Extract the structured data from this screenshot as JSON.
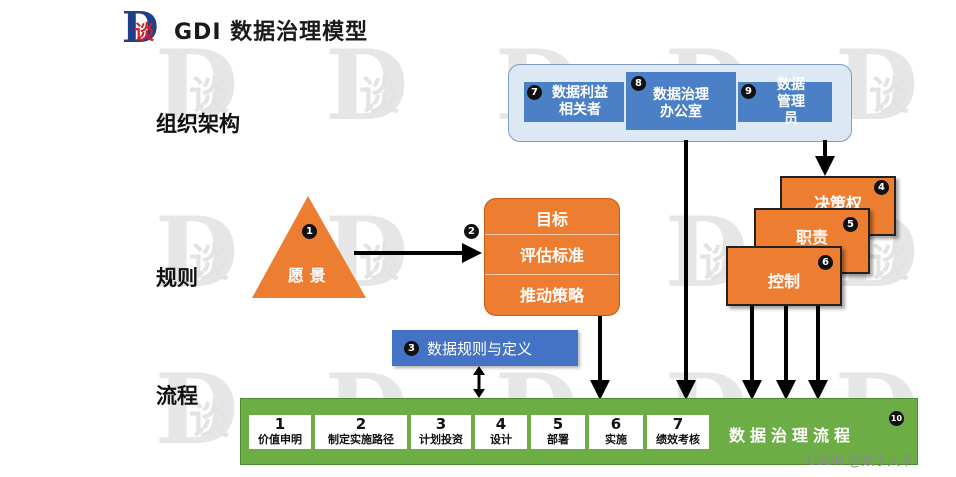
{
  "header": {
    "logo_letter": "D",
    "logo_char": "谈",
    "title": "GDI 数据治理模型"
  },
  "watermark": {
    "letter": "D",
    "char": "谈"
  },
  "side_labels": {
    "org": "组织架构",
    "rules": "规则",
    "process": "流程"
  },
  "org": {
    "stakeholders": {
      "num": "7",
      "label": "数据利益相关者"
    },
    "office": {
      "num": "8",
      "label": "数据治理办公室"
    },
    "stewards": {
      "num": "9",
      "label": "数据管理员"
    }
  },
  "vision": {
    "num": "1",
    "label": "愿 景"
  },
  "rules_block": {
    "num": "2",
    "rows": [
      "目标",
      "评估标准",
      "推动策略"
    ]
  },
  "stack": {
    "decision": {
      "num": "4",
      "label": "决策权"
    },
    "duty": {
      "num": "5",
      "label": "职责"
    },
    "control": {
      "num": "6",
      "label": "控制"
    }
  },
  "data_rules": {
    "num": "3",
    "label": "数据规则与定义"
  },
  "process": {
    "num": "10",
    "title": "数据治理流程",
    "steps": [
      {
        "n": "1",
        "t": "价值申明"
      },
      {
        "n": "2",
        "t": "制定实施路径"
      },
      {
        "n": "3",
        "t": "计划投资"
      },
      {
        "n": "4",
        "t": "设计"
      },
      {
        "n": "5",
        "t": "部署"
      },
      {
        "n": "6",
        "t": "实施"
      },
      {
        "n": "7",
        "t": "绩效考核"
      }
    ]
  },
  "credit": "CSDN @数字天下",
  "colors": {
    "orange": "#ed7d31",
    "blue": "#4472c4",
    "green": "#6cae45",
    "org_bg": "#dde8f5"
  }
}
